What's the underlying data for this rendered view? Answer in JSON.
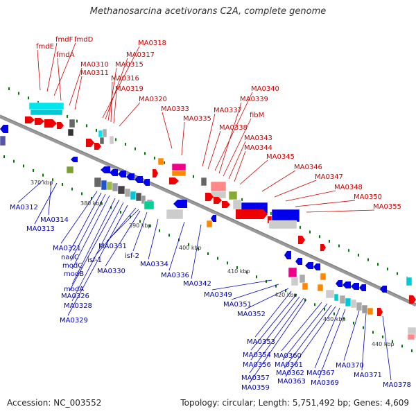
{
  "title": "Methanosarcina acetivorans C2A, complete genome",
  "footer": {
    "accession": "Accession: NC_003552",
    "stats": "Topology: circular; Length: 5,751,492 bp; Genes: 4,609"
  },
  "colors": {
    "top_strand_labels": "#cc0000",
    "bottom_strand_labels": "#0000bb",
    "backbone": "#999999",
    "tick": "#007a00"
  },
  "scale_ticks": [
    "370 kbp",
    "380 kbp",
    "390 kbp",
    "400 kbp",
    "410 kbp",
    "420 kbp",
    "430 kbp",
    "440 kbp"
  ],
  "top_labels": [
    "fmdE",
    "fmdF",
    "fmdD",
    "fmdA",
    "MA0310",
    "MA0311",
    "MA0318",
    "MA0317",
    "MA0315",
    "MA0316",
    "MA0319",
    "MA0320",
    "MA0333",
    "MA0335",
    "MA0337",
    "MA0338",
    "MA0340",
    "MA0339",
    "fibM",
    "MA0343",
    "MA0344",
    "MA0345",
    "MA0346",
    "MA0347",
    "MA0348",
    "MA0350",
    "MA0355"
  ],
  "bottom_labels": [
    "MA0312",
    "MA0314",
    "MA0313",
    "MA0321",
    "nadC",
    "modC",
    "modB",
    "modA",
    "MA0326",
    "MA0328",
    "MA0329",
    "isf-1",
    "MA0331",
    "MA0330",
    "isf-2",
    "MA0334",
    "MA0336",
    "MA0342",
    "MA0349",
    "MA0351",
    "MA0352",
    "MA0353",
    "MA0354",
    "MA0356",
    "MA0357",
    "MA0359",
    "MA0360",
    "MA0361",
    "MA0362",
    "MA0363",
    "MA0367",
    "MA0369",
    "MA0370",
    "MA0371",
    "MA0378"
  ]
}
